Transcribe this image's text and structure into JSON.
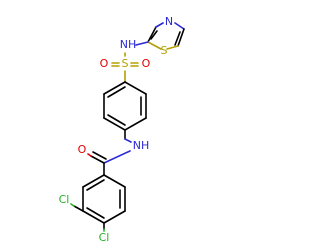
{
  "colors": {
    "carbon": "#000000",
    "nitrogen": "#2a2ad6",
    "oxygen": "#e00000",
    "sulfur": "#b4a000",
    "chlorine": "#22b322"
  },
  "atoms": {
    "nh_sulfonamide": "NH",
    "s_sulfonyl": "S",
    "o_left": "O",
    "o_right": "O",
    "n_thiazole": "N",
    "s_thiazole": "S",
    "nh_amide": "NH",
    "o_carbonyl": "O",
    "cl_top": "Cl",
    "cl_bottom": "Cl"
  }
}
